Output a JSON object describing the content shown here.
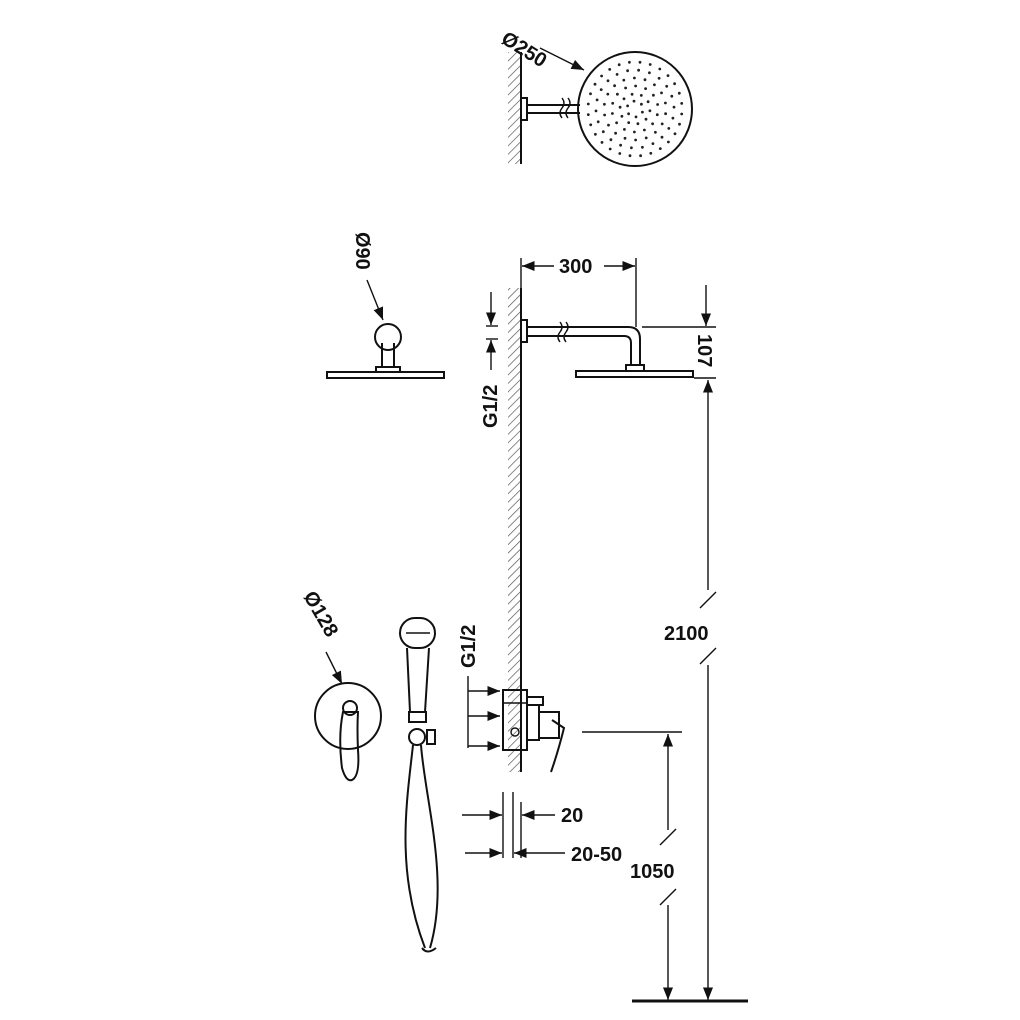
{
  "labels": {
    "overhead_diameter": "Ø250",
    "small_head_diameter": "Ø90",
    "mixer_plate_diameter": "Ø128",
    "arm_length": "300",
    "arm_drop": "107",
    "thread_top": "G1/2",
    "thread_mixer": "G1/2",
    "overall_height": "2100",
    "mixer_height": "1050",
    "wall_offset": "20",
    "wall_range": "20-50"
  }
}
